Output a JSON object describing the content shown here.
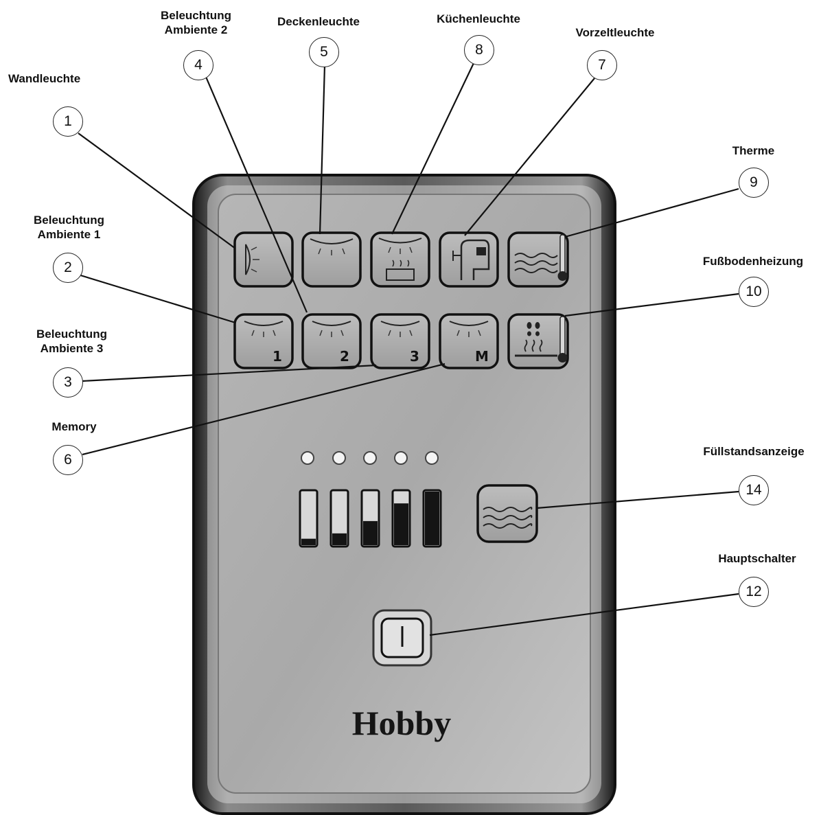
{
  "labels": {
    "wandleuchte": [
      "Wandleuchte"
    ],
    "ambiente1": [
      "Beleuchtung",
      "Ambiente 1"
    ],
    "ambiente2": [
      "Beleuchtung",
      "Ambiente 2"
    ],
    "ambiente3": [
      "Beleuchtung",
      "Ambiente 3"
    ],
    "deckenleuchte": [
      "Deckenleuchte"
    ],
    "kuechenleuchte": [
      "Küchenleuchte"
    ],
    "vorzeltleuchte": [
      "Vorzeltleuchte"
    ],
    "therme": [
      "Therme"
    ],
    "fussbodenheizung": [
      "Fußbodenheizung"
    ],
    "memory": [
      "Memory"
    ],
    "fuellstandsanzeige": [
      "Füllstandsanzeige"
    ],
    "hauptschalter": [
      "Hauptschalter"
    ]
  },
  "callouts": {
    "wandleuchte": "1",
    "ambiente1": "2",
    "ambiente3": "3",
    "ambiente2": "4",
    "deckenleuchte": "5",
    "memory": "6",
    "vorzeltleuchte": "7",
    "kuechenleuchte": "8",
    "therme": "9",
    "fussbodenheizung": "10",
    "hauptschalter": "12",
    "fuellstandsanzeige": "14"
  },
  "keys": {
    "ambiente1": "1",
    "ambiente2": "2",
    "ambiente3": "3",
    "memory": "M"
  },
  "level_indicator": {
    "fill_levels": [
      0.12,
      0.22,
      0.45,
      0.78,
      1.0
    ]
  },
  "brand": "Hobby"
}
